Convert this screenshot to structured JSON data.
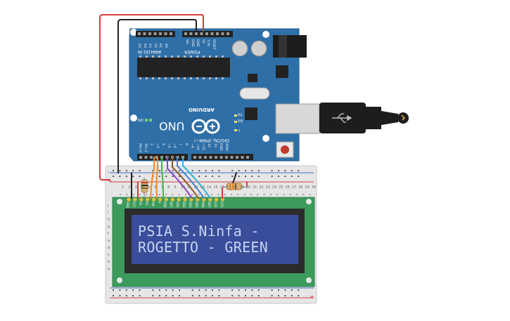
{
  "board": {
    "brand": "ARDUINO",
    "model": "UNO",
    "power_header": "POWER",
    "analog_header": "ANALOG IN",
    "digital_header": "DIGITAL (PWM~)",
    "on_led": "ON",
    "tx_label": "TX",
    "rx_label": "RX",
    "l_label": "L",
    "analog_pins": [
      "A5",
      "A4",
      "A3",
      "A2",
      "A1",
      "A0"
    ],
    "power_pins": [
      "Vin",
      "GND",
      "GND",
      "5V",
      "3.3V",
      "RESET"
    ],
    "digital_pins": [
      "RX<0",
      "TX>1",
      "2",
      "~3",
      "4",
      "~5",
      "~6",
      "7",
      "8",
      "~9",
      "~10",
      "~11",
      "12",
      "13",
      "GND",
      "AREF"
    ]
  },
  "lcd": {
    "line1": "PSIA S.Ninfa -",
    "line2": "ROGETTO - GREEN",
    "pins": [
      "GND",
      "VCC",
      "V0",
      "RS",
      "RW",
      "E",
      "DB0",
      "DB1",
      "DB2",
      "DB3",
      "DB4",
      "DB5",
      "DB6",
      "DB7",
      "LED",
      "LED"
    ]
  },
  "breadboard": {
    "columns": [
      "1",
      "2",
      "3",
      "4",
      "5",
      "6",
      "7",
      "8",
      "9",
      "10",
      "11",
      "12",
      "13",
      "14",
      "15",
      "16",
      "17",
      "18",
      "19",
      "20",
      "21",
      "22",
      "23",
      "24",
      "25",
      "26",
      "27",
      "28",
      "29",
      "30"
    ],
    "rows": [
      "j",
      "i",
      "h",
      "g",
      "f",
      "e",
      "d",
      "c",
      "b",
      "a"
    ],
    "rail_plus": "+",
    "rail_minus": "-"
  },
  "colors": {
    "board": "#2f6fa8",
    "breadboard": "#e8e8e8",
    "lcd_pcb": "#3c9a5d",
    "lcd_screen": "#3a4d9a",
    "wire_red": "#d43c3c",
    "wire_black": "#222222",
    "wire_orange": "#f08a24",
    "wire_green": "#3bb54a",
    "wire_purple": "#8b44c6",
    "wire_blue": "#4a7fd6",
    "wire_cyan": "#34b4d8",
    "wire_brown": "#8a5a2b"
  }
}
